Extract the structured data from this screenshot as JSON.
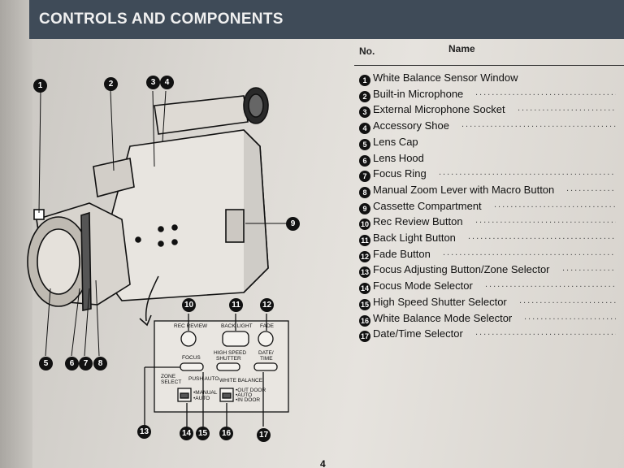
{
  "header": {
    "title": "CONTROLS AND COMPONENTS"
  },
  "table_head": {
    "no": "No.",
    "name": "Name"
  },
  "components": [
    {
      "no": "1",
      "name": "White Balance Sensor Window",
      "dots": false
    },
    {
      "no": "2",
      "name": "Built-in Microphone",
      "dots": true
    },
    {
      "no": "3",
      "name": "External Microphone Socket",
      "dots": true
    },
    {
      "no": "4",
      "name": "Accessory Shoe",
      "dots": true
    },
    {
      "no": "5",
      "name": "Lens Cap",
      "dots": false
    },
    {
      "no": "6",
      "name": "Lens Hood",
      "dots": false
    },
    {
      "no": "7",
      "name": "Focus Ring",
      "dots": true
    },
    {
      "no": "8",
      "name": "Manual Zoom Lever with Macro Button",
      "dots": true
    },
    {
      "no": "9",
      "name": "Cassette Compartment",
      "dots": true
    },
    {
      "no": "10",
      "name": "Rec Review Button",
      "dots": true
    },
    {
      "no": "11",
      "name": "Back Light Button",
      "dots": true
    },
    {
      "no": "12",
      "name": "Fade Button",
      "dots": true
    },
    {
      "no": "13",
      "name": "Focus Adjusting Button/Zone Selector",
      "dots": true
    },
    {
      "no": "14",
      "name": "Focus Mode Selector",
      "dots": true
    },
    {
      "no": "15",
      "name": "High Speed Shutter Selector",
      "dots": true
    },
    {
      "no": "16",
      "name": "White Balance Mode Selector",
      "dots": true
    },
    {
      "no": "17",
      "name": "Date/Time Selector",
      "dots": true
    }
  ],
  "panel": {
    "rec_review": "REC REVIEW",
    "back_light": "BACK LIGHT",
    "fade": "FADE",
    "focus": "FOCUS",
    "high_speed_shutter_1": "HIGH SPEED",
    "high_speed_shutter_2": "SHUTTER",
    "date_time_1": "DATE/",
    "date_time_2": "TIME",
    "zone_select_1": "ZONE",
    "zone_select_2": "SELECT",
    "push_auto": "PUSH AUTO",
    "white_balance": "WHITE BALANCE",
    "manual": "•MANUAL",
    "auto": "•AUTO",
    "outdoor": "•OUT DOOR",
    "wb_auto": "•AUTO",
    "indoor": "•IN DOOR"
  },
  "page_number": "4"
}
